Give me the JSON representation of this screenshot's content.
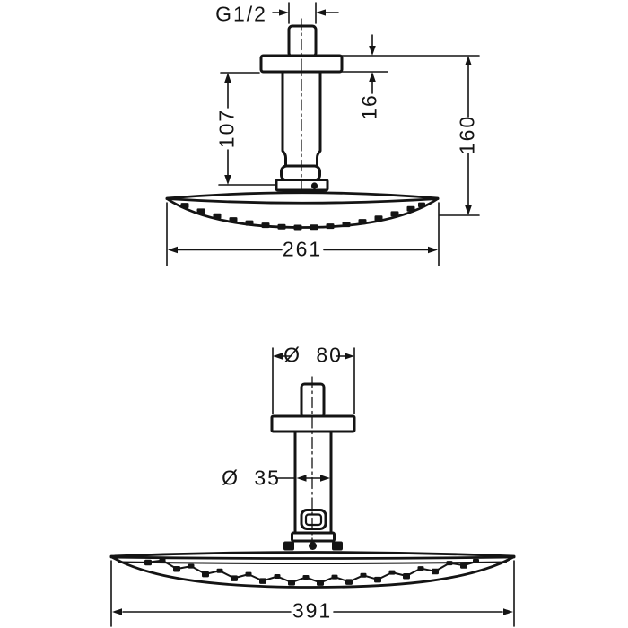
{
  "drawing": {
    "kind": "technical-dimension-drawing",
    "subject": "ceiling-mounted overhead shower with arm",
    "background": "#ffffff",
    "line_color": "#141414",
    "views": {
      "side_view": {
        "dimensions": {
          "thread_size": "G1/2",
          "arm_length": "107",
          "plate_thickness": "16",
          "overall_height": "160",
          "head_diameter_side": "261"
        }
      },
      "front_view": {
        "dimensions": {
          "escutcheon_diameter": "Ø 80",
          "arm_diameter": "Ø 35",
          "head_width": "391"
        }
      }
    }
  }
}
